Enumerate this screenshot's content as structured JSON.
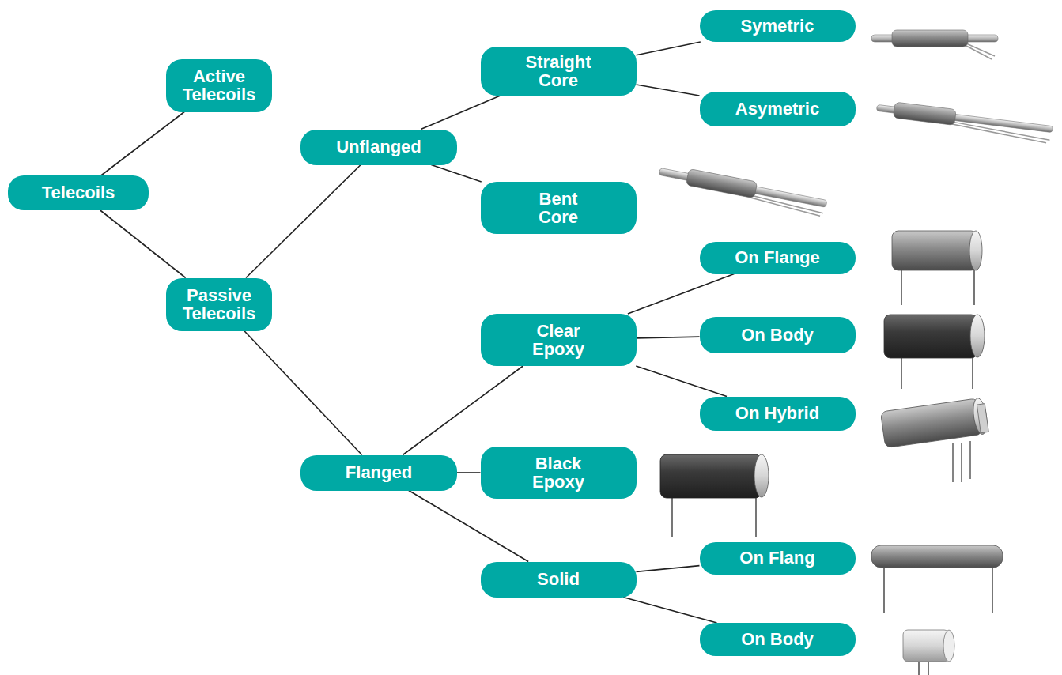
{
  "diagram": {
    "nodes": [
      {
        "text": [
          "Telecoils"
        ]
      },
      {
        "text": [
          "Active Telecoils"
        ]
      },
      {
        "text": [
          "Passive Telecoils"
        ]
      },
      {
        "text": [
          "Unflanged"
        ]
      },
      {
        "text": [
          "Flanged"
        ]
      },
      {
        "text": [
          "Straight Core"
        ]
      },
      {
        "text": [
          "Bent Core"
        ]
      },
      {
        "text": [
          "Symetric"
        ]
      },
      {
        "text": [
          "Asymetric"
        ]
      },
      {
        "text": [
          "Clear Epoxy"
        ]
      },
      {
        "text": [
          "Black Epoxy"
        ]
      },
      {
        "text": [
          "Solid"
        ]
      },
      {
        "text": [
          "On Flange"
        ]
      },
      {
        "text": [
          "On Body"
        ]
      },
      {
        "text": [
          "On Hybrid"
        ]
      },
      {
        "text": [
          "On Flang"
        ]
      },
      {
        "text": [
          "On Body"
        ]
      }
    ],
    "edges": [
      {
        "from": 0,
        "to": 1,
        "arrow": "none"
      },
      {
        "from": 0,
        "to": 2,
        "arrow": "none"
      },
      {
        "from": 2,
        "to": 3,
        "arrow": "none"
      },
      {
        "from": 2,
        "to": 4,
        "arrow": "none"
      },
      {
        "from": 3,
        "to": 5,
        "arrow": "none"
      },
      {
        "from": 3,
        "to": 6,
        "arrow": "none"
      },
      {
        "from": 5,
        "to": 7,
        "arrow": "none"
      },
      {
        "from": 5,
        "to": 8,
        "arrow": "none"
      },
      {
        "from": 4,
        "to": 9,
        "arrow": "none"
      },
      {
        "from": 4,
        "to": 10,
        "arrow": "none"
      },
      {
        "from": 4,
        "to": 11,
        "arrow": "none"
      },
      {
        "from": 9,
        "to": 12,
        "arrow": "none"
      },
      {
        "from": 9,
        "to": 13,
        "arrow": "none"
      },
      {
        "from": 9,
        "to": 14,
        "arrow": "none"
      },
      {
        "from": 11,
        "to": 15,
        "arrow": "none"
      },
      {
        "from": 11,
        "to": 16,
        "arrow": "none"
      }
    ]
  }
}
